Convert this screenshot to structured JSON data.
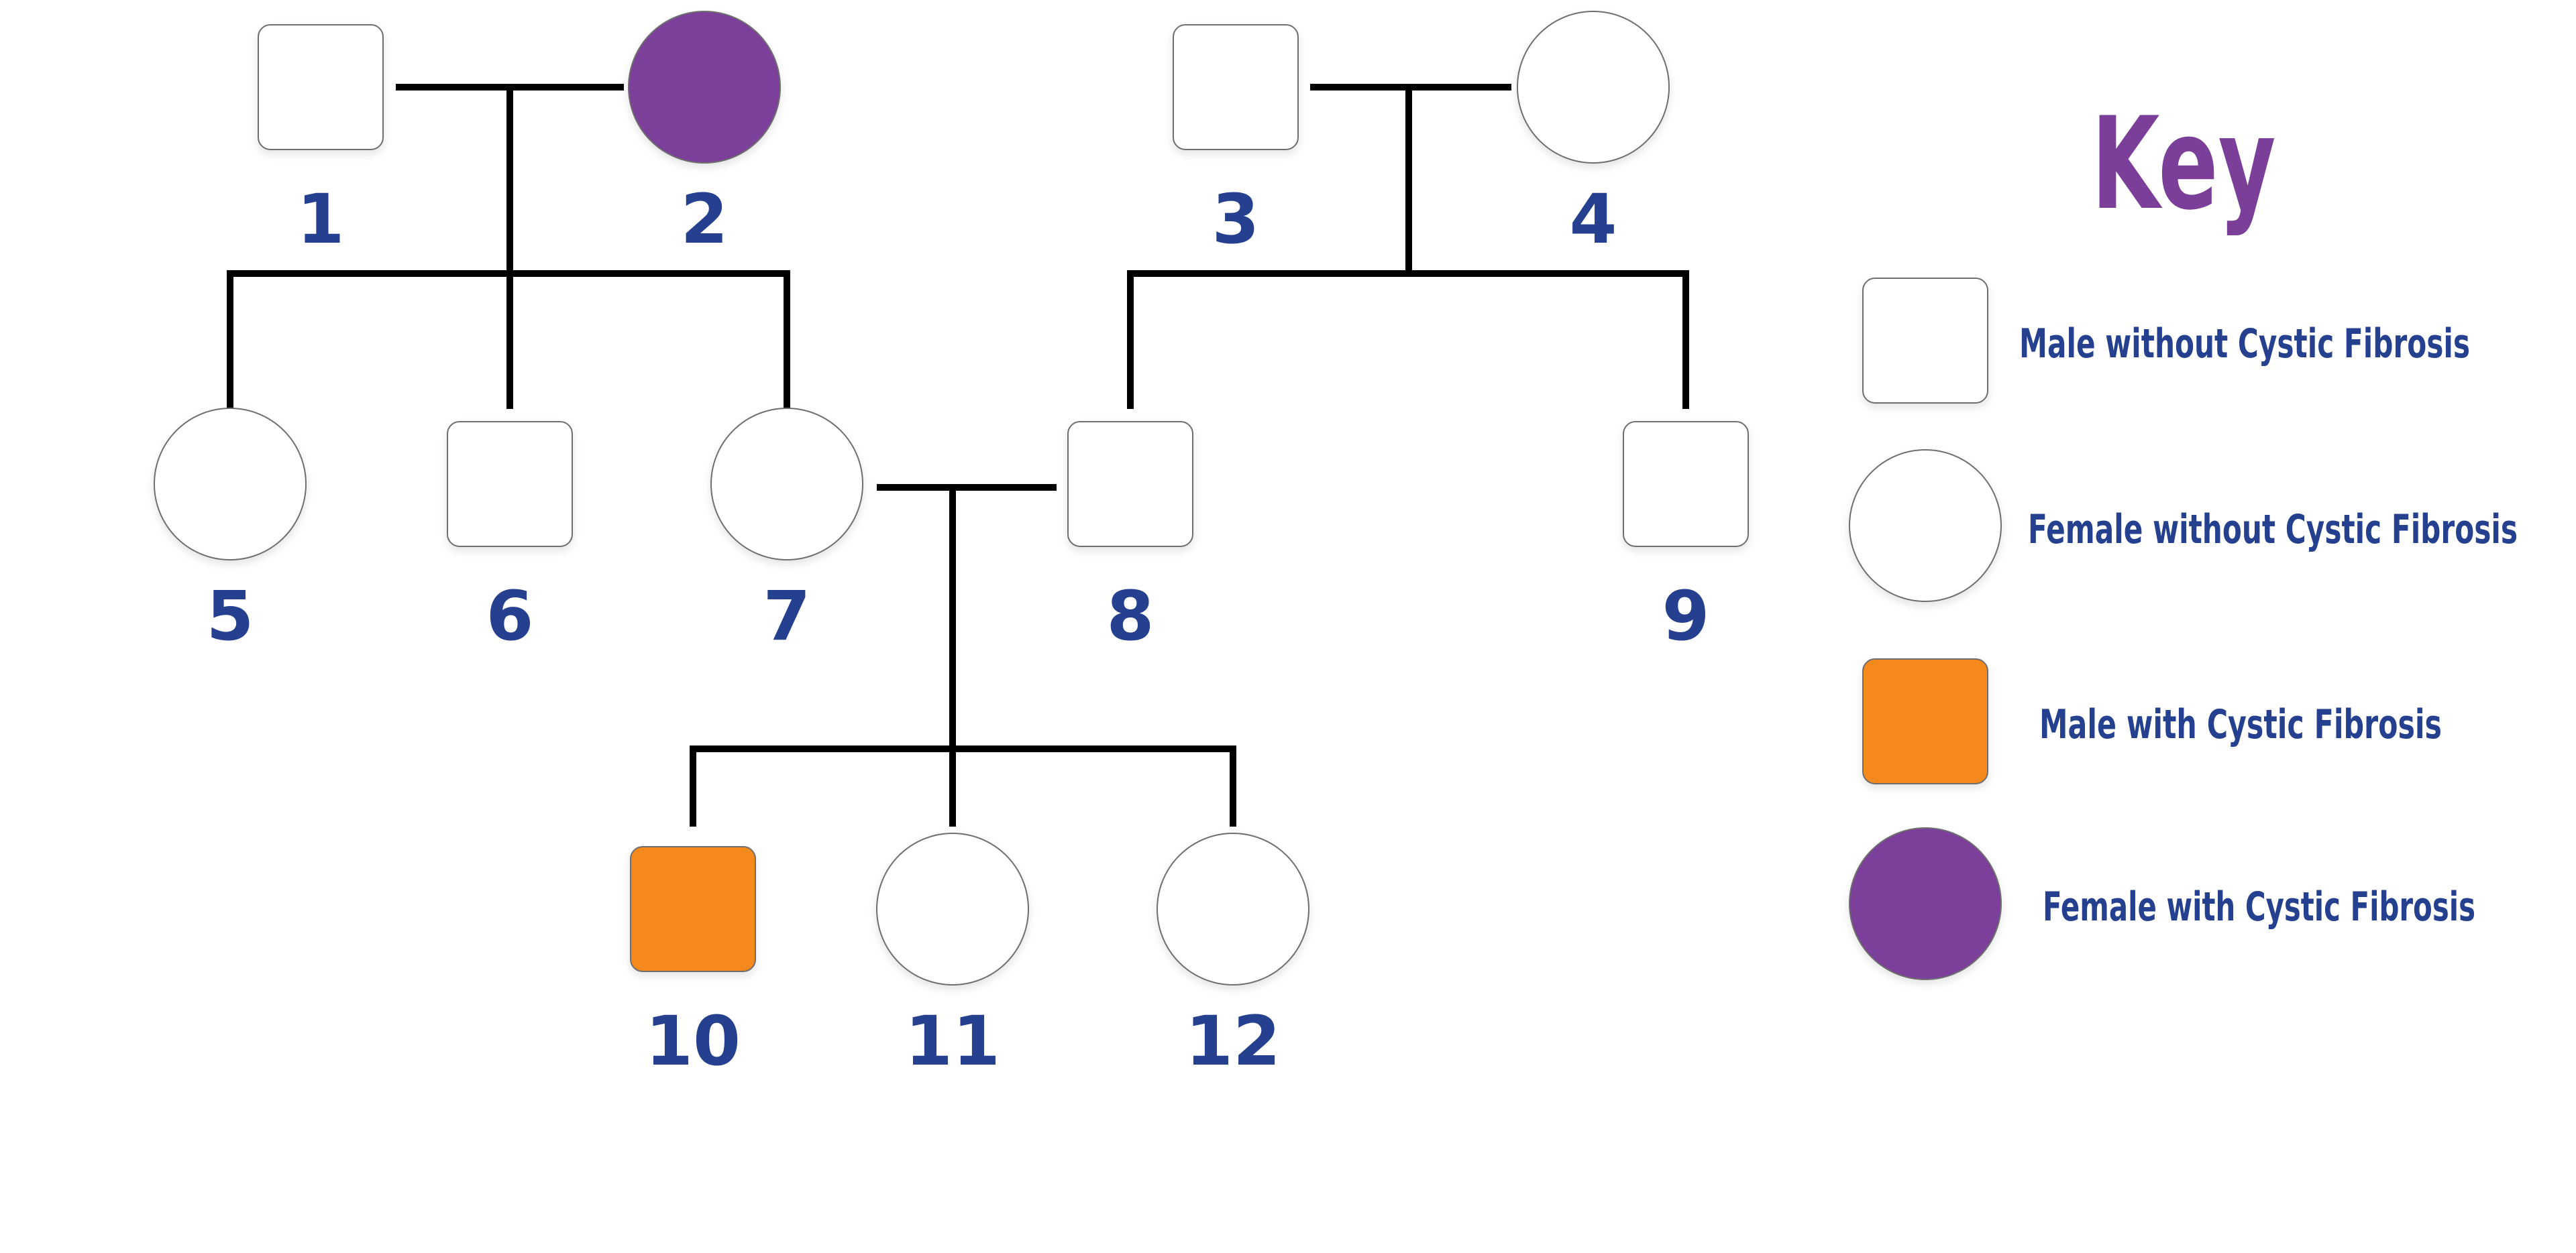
{
  "colors": {
    "unaffected": "#ffffff",
    "male_affected": "#f5891f",
    "female_affected": "#7b3f9a",
    "number_text": "#25408f",
    "key_title": "#7b3f9a",
    "lines": "#000000"
  },
  "individuals": [
    {
      "id": "1",
      "sex": "male",
      "affected": false,
      "generation": 1
    },
    {
      "id": "2",
      "sex": "female",
      "affected": true,
      "generation": 1
    },
    {
      "id": "3",
      "sex": "male",
      "affected": false,
      "generation": 1
    },
    {
      "id": "4",
      "sex": "female",
      "affected": false,
      "generation": 1
    },
    {
      "id": "5",
      "sex": "female",
      "affected": false,
      "generation": 2,
      "parents": [
        "1",
        "2"
      ]
    },
    {
      "id": "6",
      "sex": "male",
      "affected": false,
      "generation": 2,
      "parents": [
        "1",
        "2"
      ]
    },
    {
      "id": "7",
      "sex": "female",
      "affected": false,
      "generation": 2,
      "parents": [
        "1",
        "2"
      ]
    },
    {
      "id": "8",
      "sex": "male",
      "affected": false,
      "generation": 2,
      "parents": [
        "3",
        "4"
      ]
    },
    {
      "id": "9",
      "sex": "male",
      "affected": false,
      "generation": 2,
      "parents": [
        "3",
        "4"
      ]
    },
    {
      "id": "10",
      "sex": "male",
      "affected": true,
      "generation": 3,
      "parents": [
        "7",
        "8"
      ]
    },
    {
      "id": "11",
      "sex": "female",
      "affected": false,
      "generation": 3,
      "parents": [
        "7",
        "8"
      ]
    },
    {
      "id": "12",
      "sex": "female",
      "affected": false,
      "generation": 3,
      "parents": [
        "7",
        "8"
      ]
    }
  ],
  "couples": [
    {
      "partners": [
        "1",
        "2"
      ],
      "children": [
        "5",
        "6",
        "7"
      ]
    },
    {
      "partners": [
        "3",
        "4"
      ],
      "children": [
        "8",
        "9"
      ]
    },
    {
      "partners": [
        "7",
        "8"
      ],
      "children": [
        "10",
        "11",
        "12"
      ]
    }
  ],
  "key": {
    "title": "Key",
    "items": [
      {
        "sex": "male",
        "affected": false,
        "label": "Male without Cystic Fibrosis"
      },
      {
        "sex": "female",
        "affected": false,
        "label": "Female without Cystic Fibrosis"
      },
      {
        "sex": "male",
        "affected": true,
        "label": "Male with Cystic Fibrosis"
      },
      {
        "sex": "female",
        "affected": true,
        "label": "Female with Cystic Fibrosis"
      }
    ]
  }
}
